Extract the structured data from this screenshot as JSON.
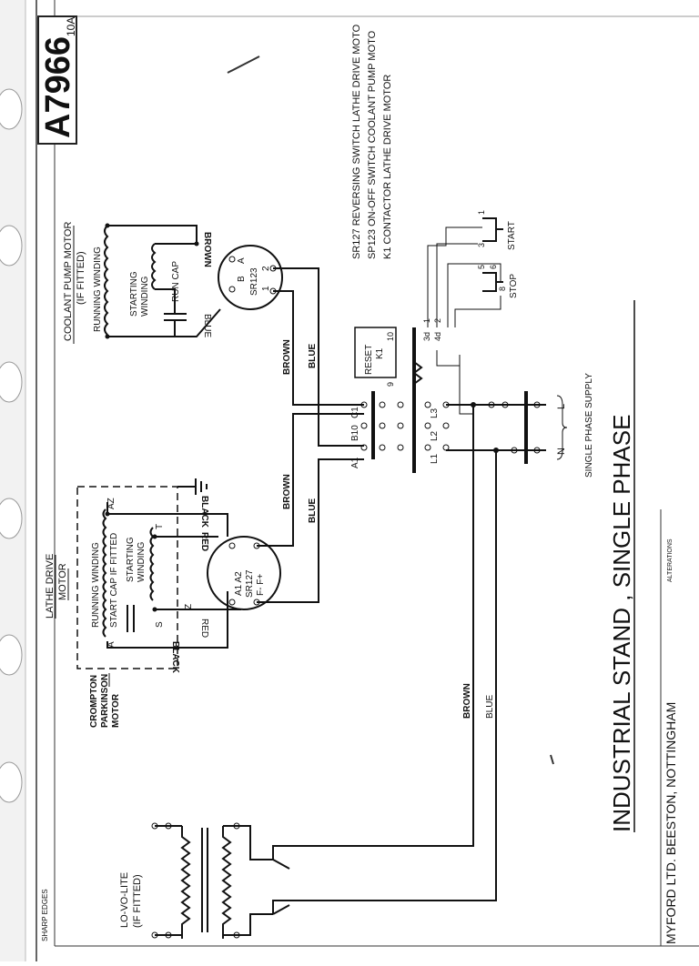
{
  "drawing_number": "A7966",
  "corner_mark": "10A",
  "sharp_edges_label": "SHARP EDGES",
  "legend": [
    "SR127 REVERSING SWITCH LATHE DRIVE MOTO",
    "SP123 ON-OFF SWITCH COOLANT PUMP MOTO",
    "K1 CONTACTOR LATHE DRIVE MOTOR"
  ],
  "title": "INDUSTRIAL STAND , SINGLE PHASE",
  "company": "MYFORD LTD. BEESTON, NOTTINGHAM",
  "alterations_label": "ALTERATIONS",
  "coolant": {
    "title": "COOLANT PUMP MOTOR",
    "subtitle": "(IF FITTED)",
    "running_winding": "RUNNING WINDING",
    "starting_winding_1": "STARTING",
    "starting_winding_2": "WINDING",
    "run_cap": "RUN CAP",
    "switch_label": "SR123",
    "wire_brown": "BROWN",
    "wire_blue": "BLUE",
    "term_1": "1",
    "term_2": "2",
    "term_a": "A",
    "term_b": "B"
  },
  "lathe": {
    "title_1": "LATHE DRIVE",
    "title_2": "MOTOR",
    "running_winding": "RUNNING WINDING",
    "start_cap": "START CAP IF FITTED",
    "starting_winding_1": "STARTING",
    "starting_winding_2": "WINDING",
    "switch_label": "SR127",
    "term_a1a2": "A1 A2",
    "term_ff": "F- F+",
    "wire_black": "BLACK",
    "wire_red": "RED",
    "term_a": "A",
    "term_az": "AZ",
    "term_z": "Z",
    "term_s": "S",
    "term_t": "T",
    "maker_1": "CROMPTON",
    "maker_2": "PARKINSON",
    "maker_3": "MOTOR"
  },
  "mid_wires": {
    "brown_upper": "BROWN",
    "blue_upper": "BLUE",
    "brown_lower": "BROWN",
    "blue_lower": "BLUE",
    "brown_long": "BROWN",
    "blue_long": "BLUE"
  },
  "contactor": {
    "reset": "RESET",
    "k1": "K1",
    "t10": "10",
    "t9": "9",
    "c1": "C1",
    "b10": "B10",
    "a1": "A1",
    "l1": "L1",
    "l2": "L2",
    "l3": "L3",
    "t1": "1",
    "t2": "2",
    "t3d": "3d",
    "t4d": "4d"
  },
  "pushbuttons": {
    "start": "START",
    "stop": "STOP",
    "t1": "1",
    "t3": "3",
    "t5": "5",
    "t6": "6",
    "t8": "8"
  },
  "supply": {
    "label": "SINGLE PHASE SUPPLY",
    "line": "L",
    "neutral": "N"
  },
  "lamp": {
    "label_1": "LO-VO-LITE",
    "label_2": "(IF FITTED)"
  }
}
